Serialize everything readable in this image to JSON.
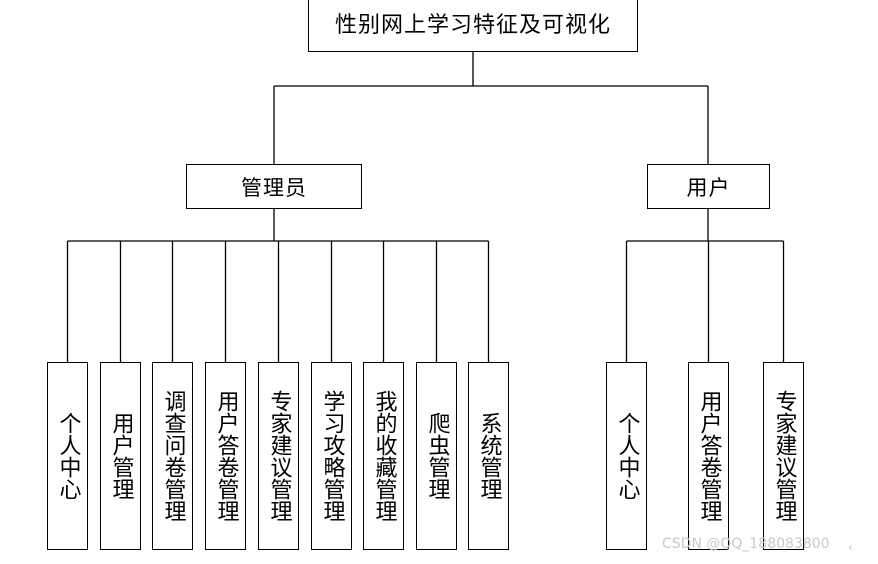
{
  "root": {
    "label": "性别网上学习特征及可视化"
  },
  "admin": {
    "label": "管理员",
    "children": [
      "个人中心",
      "用户管理",
      "调查问卷管理",
      "用户答卷管理",
      "专家建议管理",
      "学习攻略管理",
      "我的收藏管理",
      "爬虫管理",
      "系统管理"
    ]
  },
  "user": {
    "label": "用户",
    "children": [
      "个人中心",
      "用户答卷管理",
      "专家建议管理"
    ]
  },
  "watermark": "CSDN @QQ_188083800",
  "colors": {
    "line": "#000000",
    "box_border": "#000000",
    "watermark": "#c9c9c9"
  }
}
